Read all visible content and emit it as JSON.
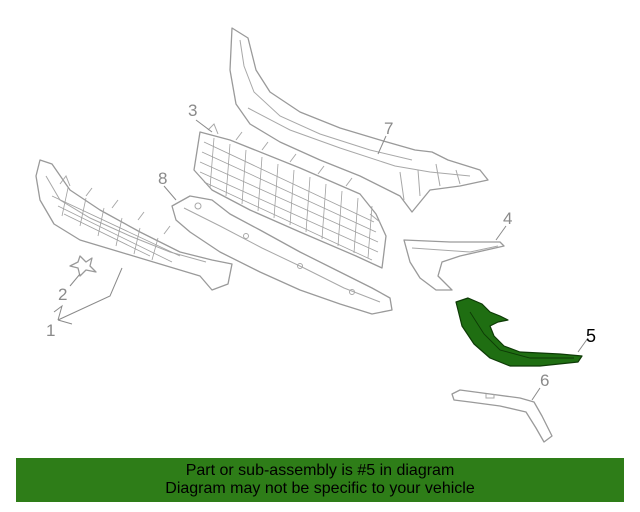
{
  "callouts": {
    "c1": "1",
    "c2": "2",
    "c3": "3",
    "c4": "4",
    "c5": "5",
    "c6": "6",
    "c7": "7",
    "c8": "8"
  },
  "highlighted_part": "5",
  "highlight_color": "#2e7d18",
  "banner": {
    "line1": "Part or sub-assembly is #5 in diagram",
    "line2": "Diagram may not be specific to your vehicle"
  }
}
